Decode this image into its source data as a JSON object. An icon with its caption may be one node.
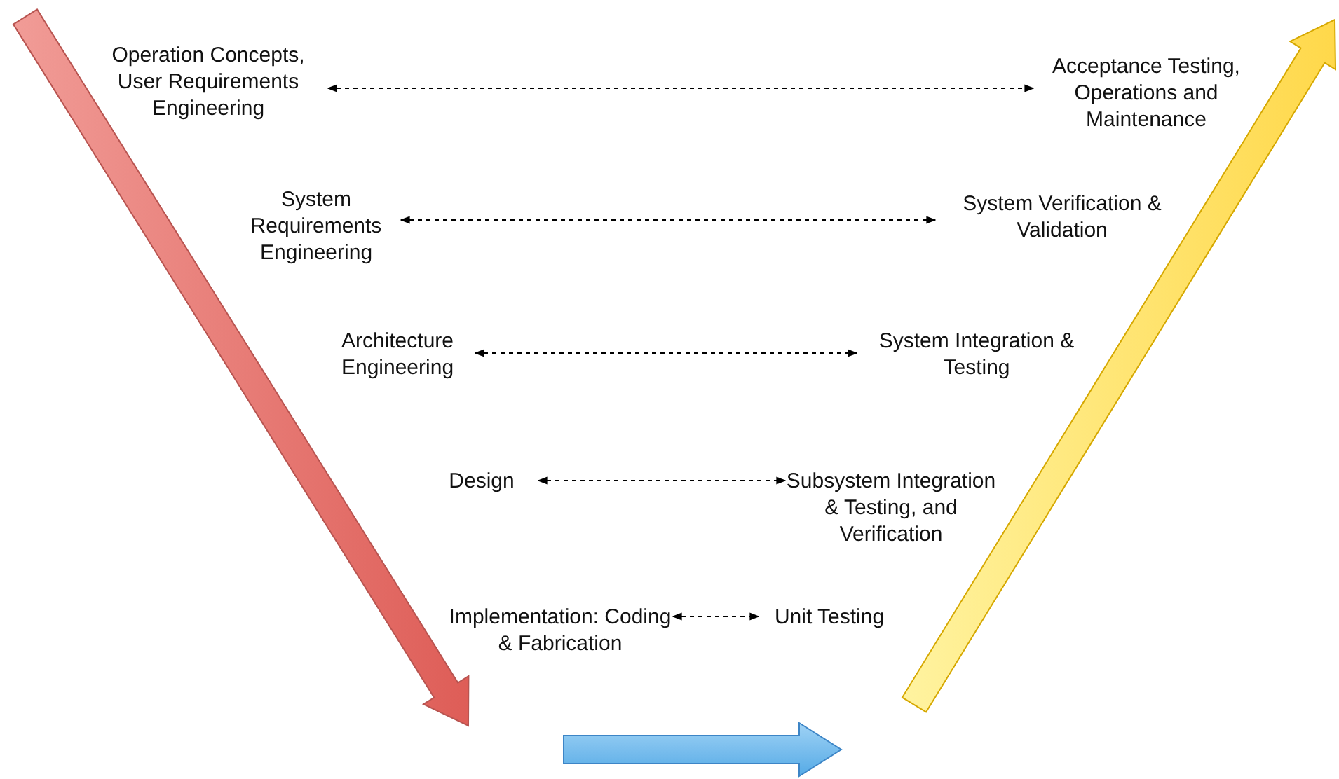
{
  "diagram": {
    "nodes": [
      {
        "text": [
          "Operation Concepts, User Requirements Engineering"
        ]
      },
      {
        "text": [
          "Acceptance Testing, Operations and Maintenance"
        ]
      },
      {
        "text": [
          "System Requirements Engineering"
        ]
      },
      {
        "text": [
          "System Verification & Validation"
        ]
      },
      {
        "text": [
          "Architecture Engineering"
        ]
      },
      {
        "text": [
          "System Integration & Testing"
        ]
      },
      {
        "text": [
          "Design"
        ]
      },
      {
        "text": [
          "Subsystem Integration & Testing, and Verification"
        ]
      },
      {
        "text": [
          "Implementation: Coding & Fabrication"
        ]
      },
      {
        "text": [
          "Unit Testing"
        ]
      }
    ],
    "edges": [
      {
        "from": 0,
        "to": 1,
        "arrow": "both",
        "style": "dashed"
      },
      {
        "from": 2,
        "to": 3,
        "arrow": "both",
        "style": "dashed"
      },
      {
        "from": 4,
        "to": 5,
        "arrow": "both",
        "style": "dashed"
      },
      {
        "from": 6,
        "to": 7,
        "arrow": "both",
        "style": "dashed"
      },
      {
        "from": 8,
        "to": 9,
        "arrow": "both",
        "style": "dashed"
      }
    ]
  }
}
